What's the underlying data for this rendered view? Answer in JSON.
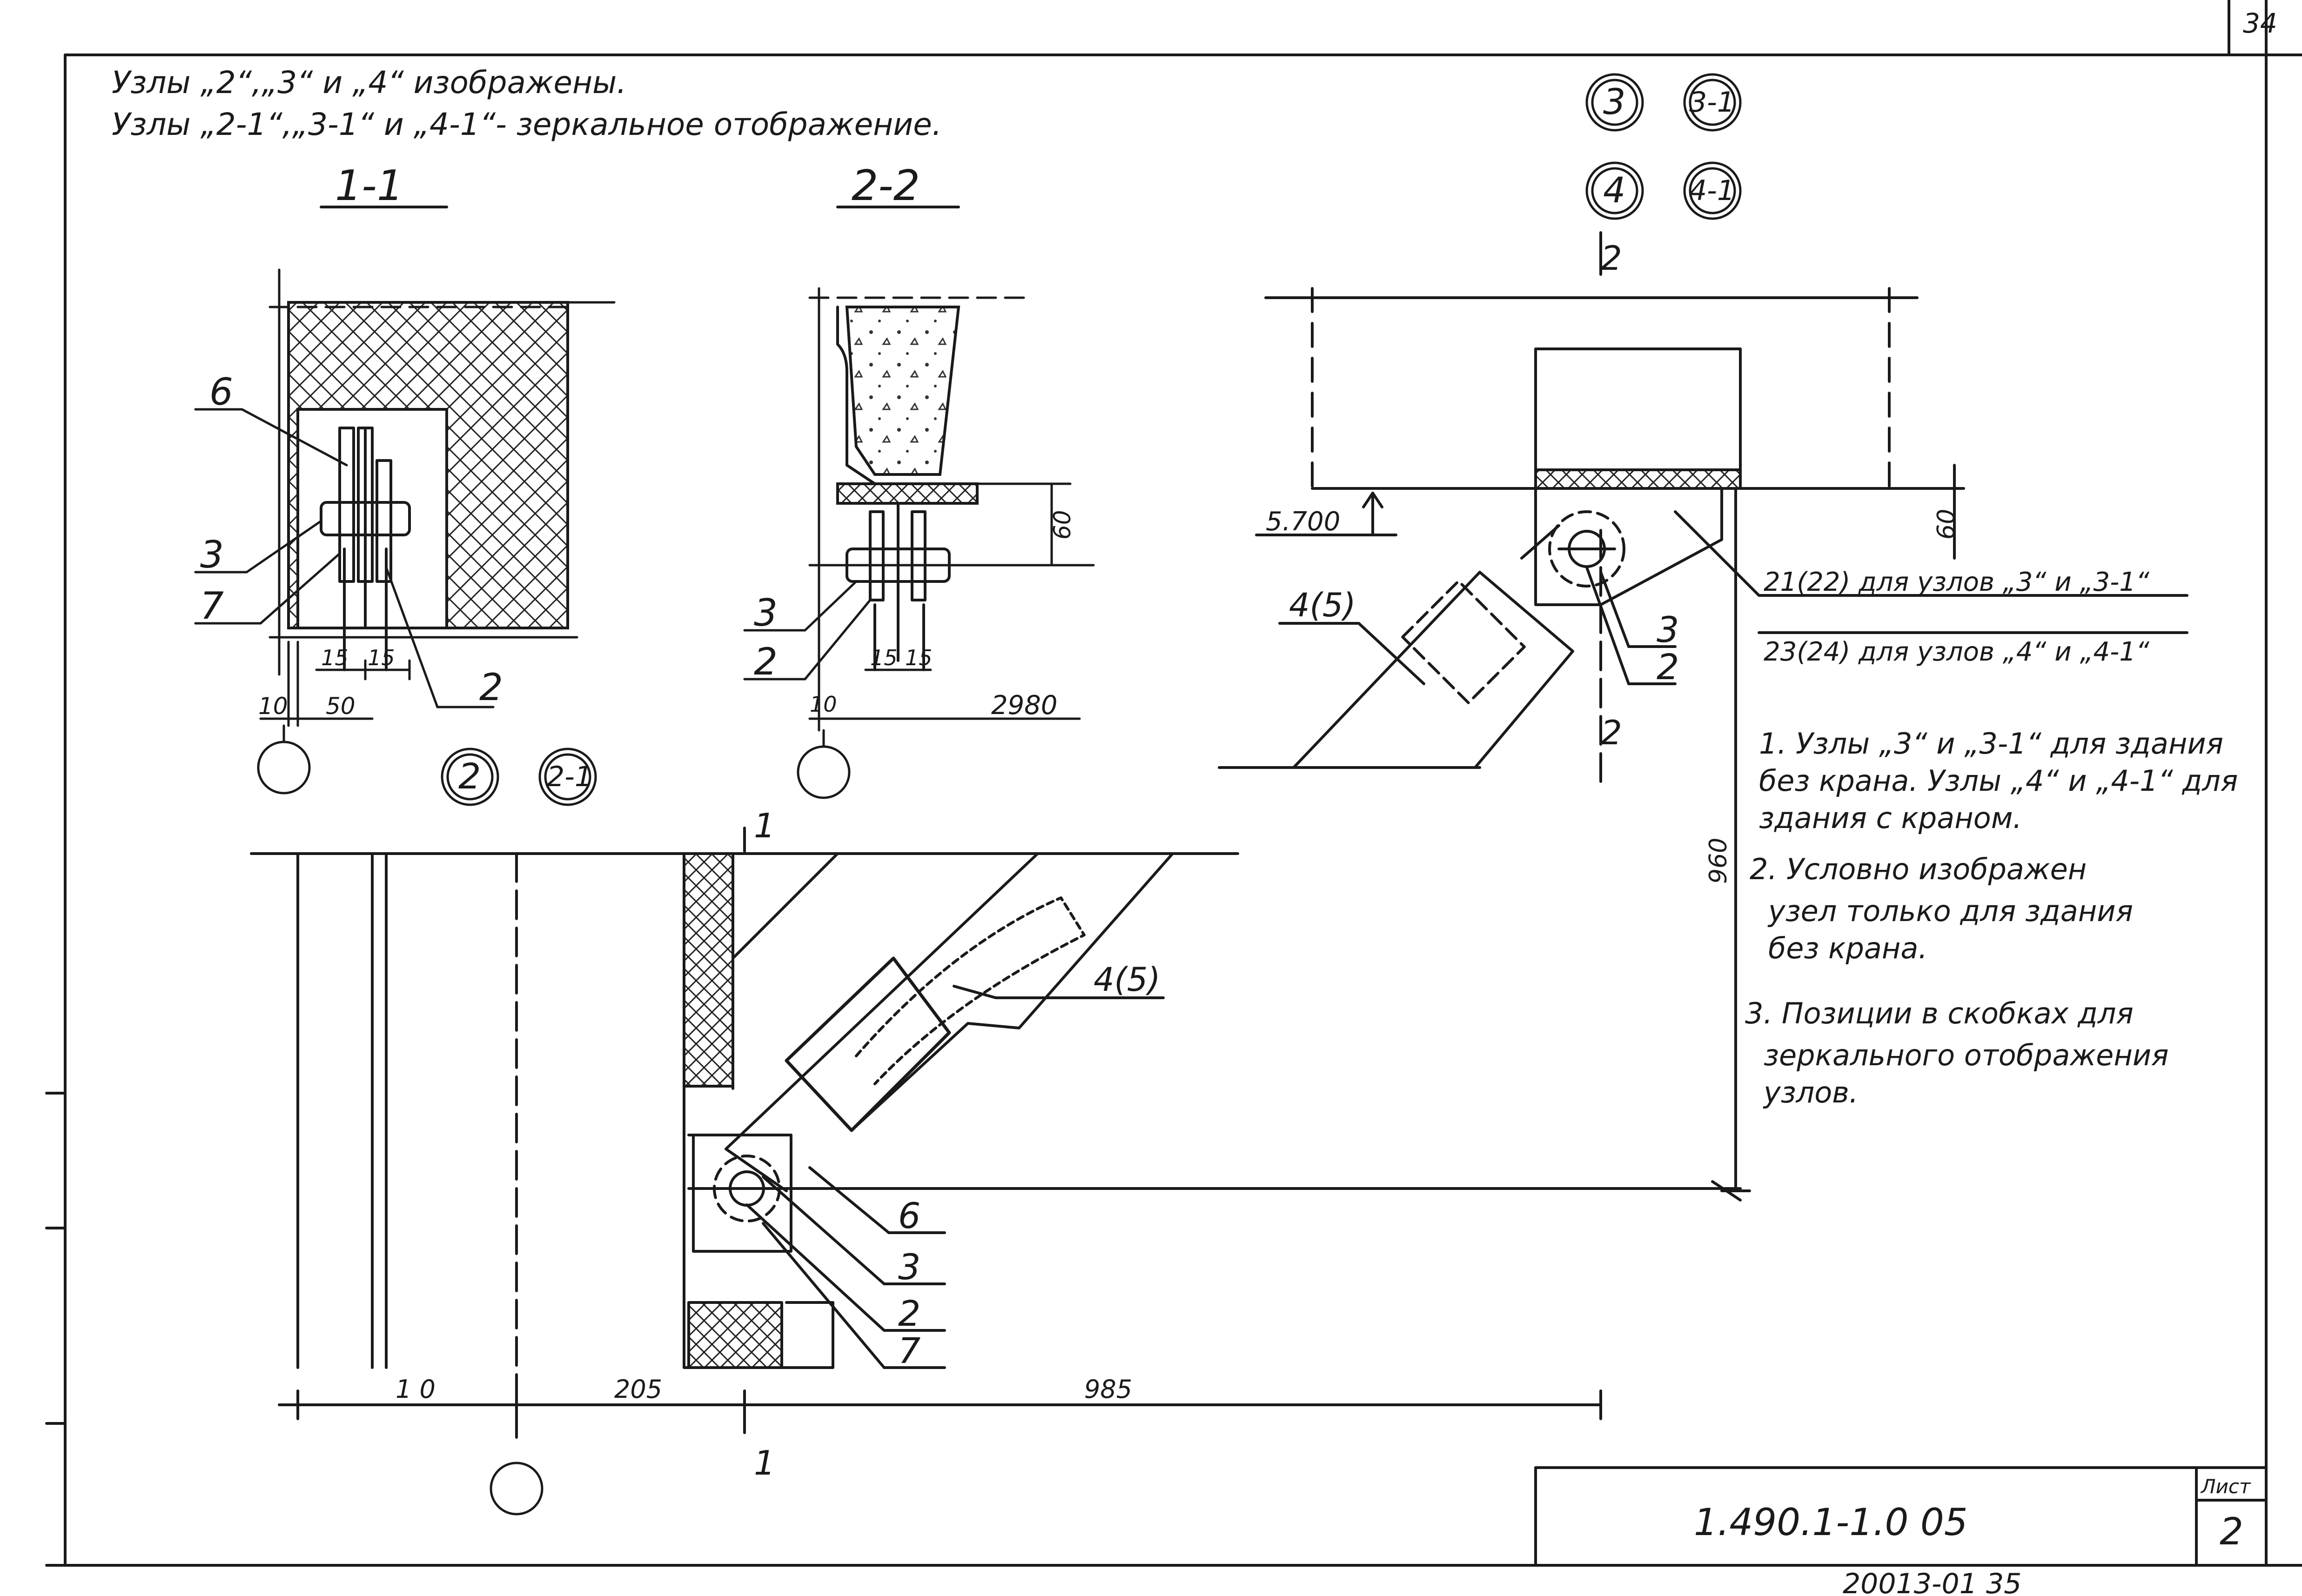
{
  "sheet_number_top": "34",
  "header_notes": [
    "Узлы „2“,„3“ и „4“ изображены.",
    "Узлы „2-1“,„3-1“ и „4-1“- зеркальное отображение."
  ],
  "section_11": {
    "title": "1-1",
    "callouts": {
      "c6": "6",
      "c3": "3",
      "c7": "7",
      "c2": "2"
    },
    "dims": {
      "d15a": "15",
      "d15b": "15",
      "d50": "50",
      "d10": "10"
    }
  },
  "section_22": {
    "title": "2-2",
    "callouts": {
      "c3": "3",
      "c2": "2"
    },
    "dims": {
      "d60": "60",
      "d15a": "15",
      "d15b": "15",
      "d10": "10",
      "d2980": "2980"
    }
  },
  "node_34": {
    "labels": {
      "n3": "3",
      "n31": "3-1",
      "n4": "4",
      "n41": "4-1"
    },
    "cut_top": "2",
    "cut_bottom": "2",
    "elevation": "5.700",
    "dim60": "60",
    "member": "4(5)",
    "callouts": {
      "c3": "3",
      "c2": "2"
    },
    "leader_note_1": "21(22) для узлов „3“ и „3-1“",
    "leader_note_2": "23(24) для узлов „4“ и „4-1“",
    "dim960": "960"
  },
  "node_2": {
    "labels": {
      "n2": "2",
      "n21": "2-1"
    },
    "cut_top": "1",
    "cut_bottom": "1",
    "member": "4(5)",
    "callouts": {
      "c6": "6",
      "c3": "3",
      "c2": "2",
      "c7": "7"
    },
    "dims": {
      "d1": "1 0",
      "d205": "205",
      "d985": "985"
    }
  },
  "notes": [
    "1. Узлы „3“ и „3-1“ для здания",
    "без крана. Узлы „4“ и „4-1“ для",
    "здания с краном.",
    "2. Условно изображен",
    "узел только для здания",
    "без крана.",
    "3. Позиции в скобках для",
    "зеркального отображения",
    "узлов."
  ],
  "title_block": {
    "code": "1.490.1-1.0 05",
    "sheet_label": "Лист",
    "sheet_no": "2"
  },
  "footer_code": "20013-01 35"
}
